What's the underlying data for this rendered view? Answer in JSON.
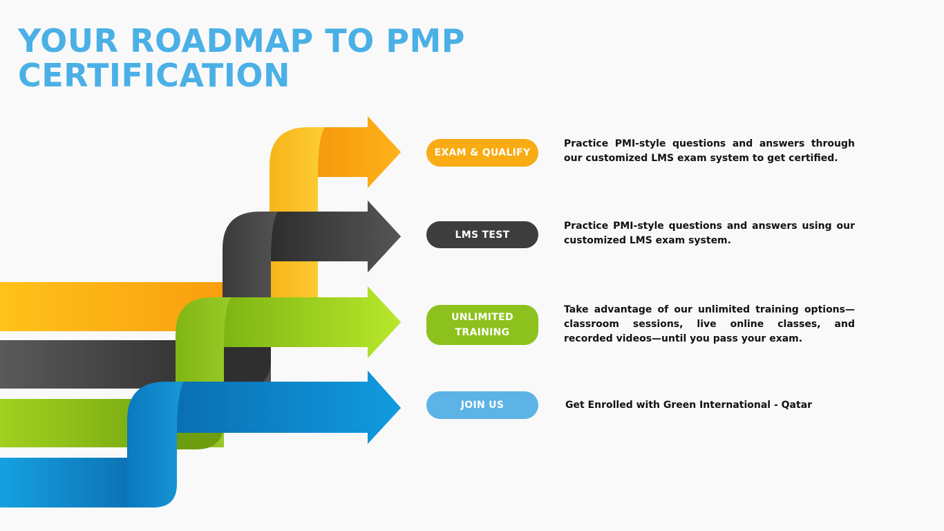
{
  "title": {
    "line1": "YOUR ROADMAP TO PMP",
    "line2": "CERTIFICATION"
  },
  "colors": {
    "title": "#4ab0e6",
    "orange": "#f8ab12",
    "dark": "#3d3d3d",
    "green": "#8dc21e",
    "blue": "#5db3e6"
  },
  "steps": [
    {
      "label": "EXAM & QUALIFY",
      "description": "Practice PMI-style questions and answers through our customized LMS exam system to get certified."
    },
    {
      "label": "LMS TEST",
      "description": "Practice PMI-style questions and answers using our customized LMS exam system."
    },
    {
      "label_line1": "UNLIMITED",
      "label_line2": "TRAINING",
      "description": "Take advantage of our unlimited training options—classroom sessions, live online classes, and recorded videos—until you pass your exam."
    },
    {
      "label": "JOIN US",
      "description": "Get Enrolled with Green International - Qatar"
    }
  ]
}
